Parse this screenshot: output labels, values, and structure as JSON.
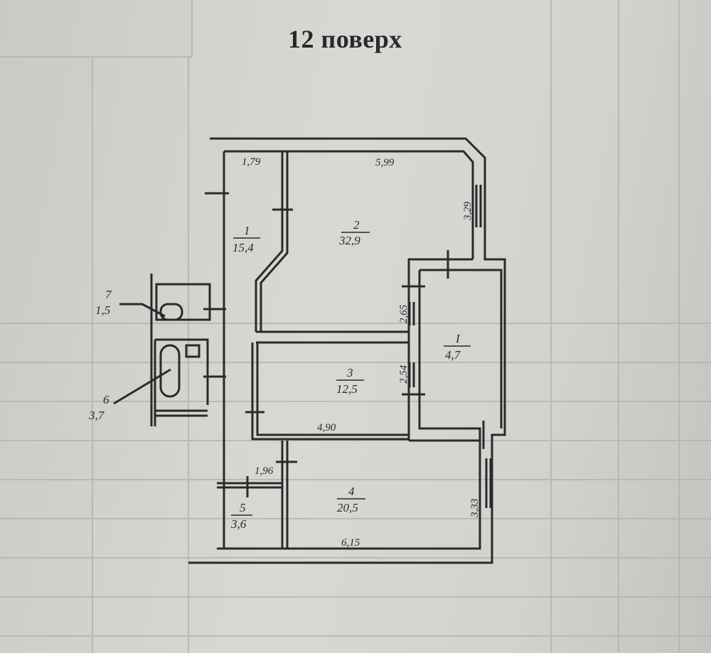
{
  "title": "12 поверх",
  "rooms": [
    {
      "number": "1",
      "area": "15,4"
    },
    {
      "number": "2",
      "area": "32,9"
    },
    {
      "number": "3",
      "area": "12,5"
    },
    {
      "number": "4",
      "area": "20,5"
    },
    {
      "number": "5",
      "area": "3,6"
    },
    {
      "number": "6",
      "area": "3,7"
    },
    {
      "number": "7",
      "area": "1,5"
    },
    {
      "number": "I",
      "area": "4,7"
    }
  ],
  "dimensions": {
    "d1": "1,79",
    "d2": "5,99",
    "d3": "3,29",
    "d4": "2,65",
    "d5": "2,54",
    "d6": "4,90",
    "d7": "1,96",
    "d8": "3,33",
    "d9": "6,15"
  },
  "colors": {
    "ink": "#2a2a2a",
    "paper": "#d2d3cf"
  }
}
